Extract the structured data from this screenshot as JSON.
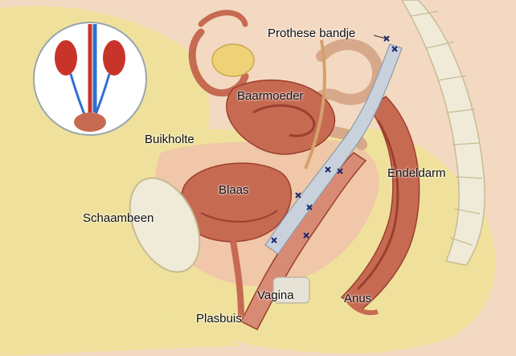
{
  "labels": {
    "prothese_bandje": "Prothese bandje",
    "baarmoeder": "Baarmoeder",
    "buikholte": "Buikholte",
    "blaas": "Blaas",
    "endeldarm": "Endeldarm",
    "schaambeen": "Schaambeen",
    "vagina": "Vagina",
    "anus": "Anus",
    "plasbuis": "Plasbuis"
  },
  "colors": {
    "background": "#ffffff",
    "skin": "#f3d9c2",
    "fat": "#efe19b",
    "tissue": "#f0c7a8",
    "organ": "#c66a52",
    "organ_dark": "#9c3f2e",
    "mesh": "#c9d2dc",
    "bone": "#f0ebd8",
    "inset_vessel_blue": "#2f6fd1",
    "inset_vessel_red": "#c9342a"
  }
}
